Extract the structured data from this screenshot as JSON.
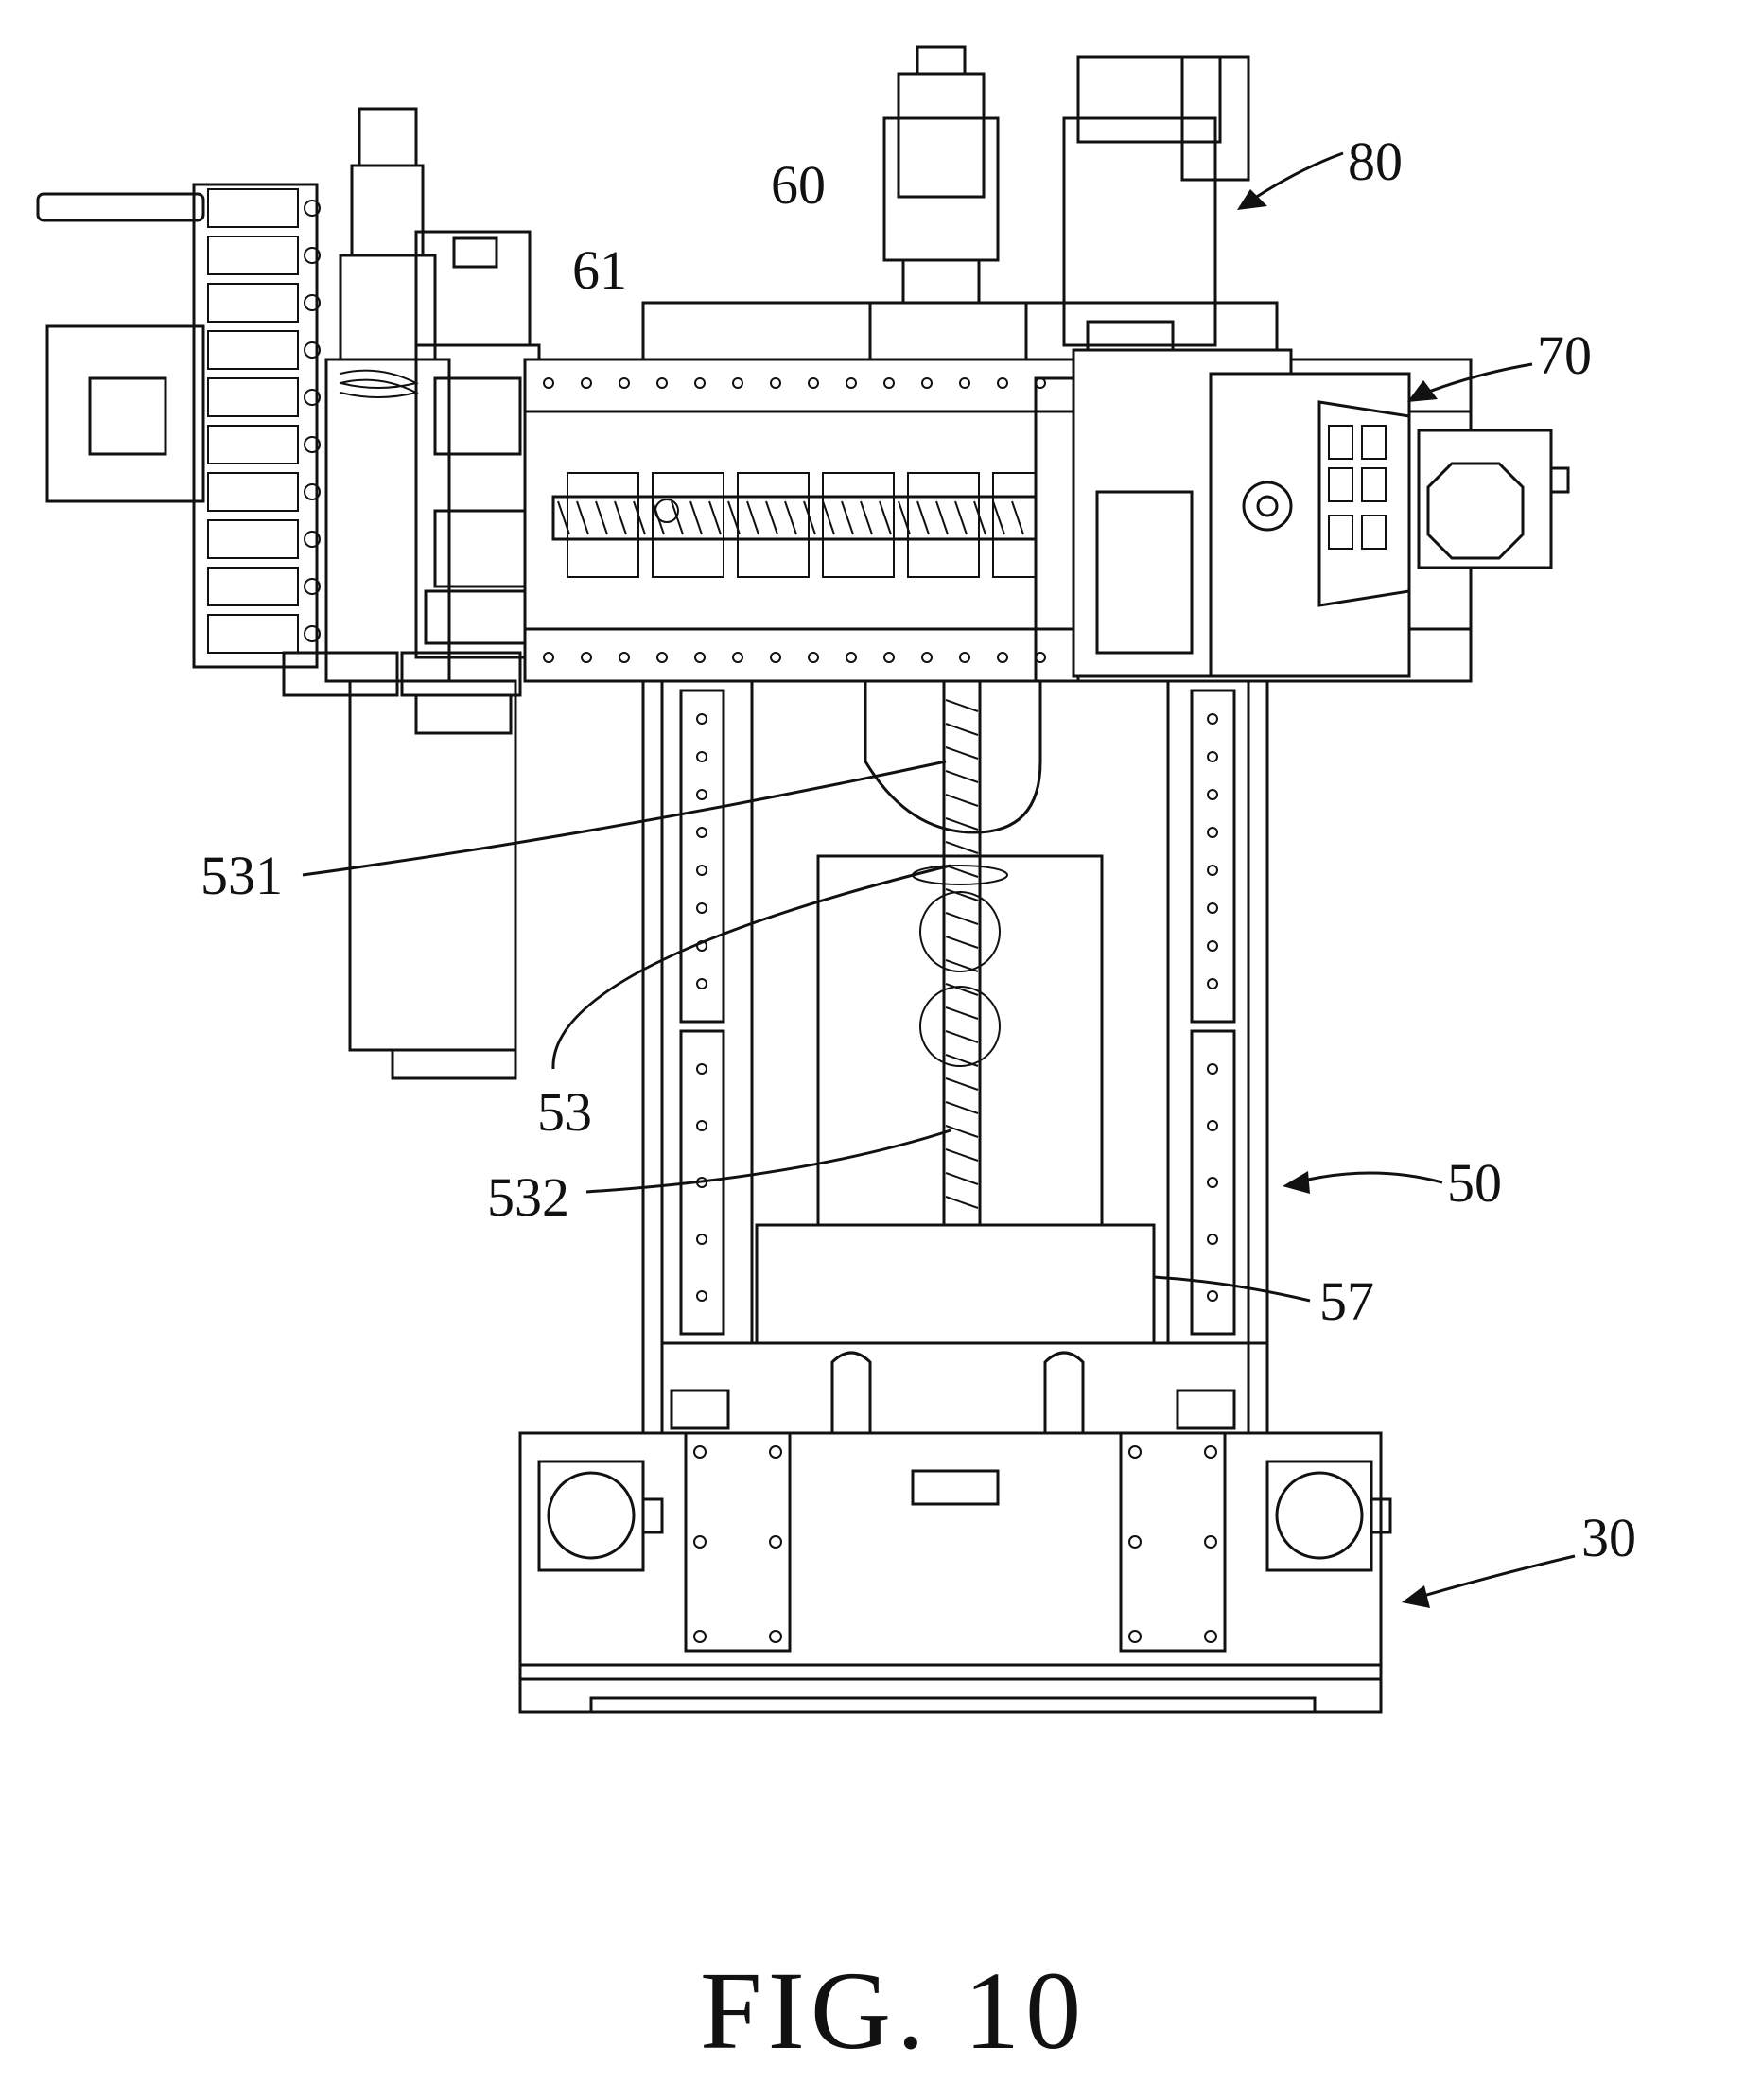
{
  "figure": {
    "caption": "FIG. 10",
    "labels": {
      "l80": "80",
      "l60": "60",
      "l61": "61",
      "l70": "70",
      "l531": "531",
      "l53": "53",
      "l532": "532",
      "l50": "50",
      "l57": "57",
      "l30": "30"
    }
  }
}
